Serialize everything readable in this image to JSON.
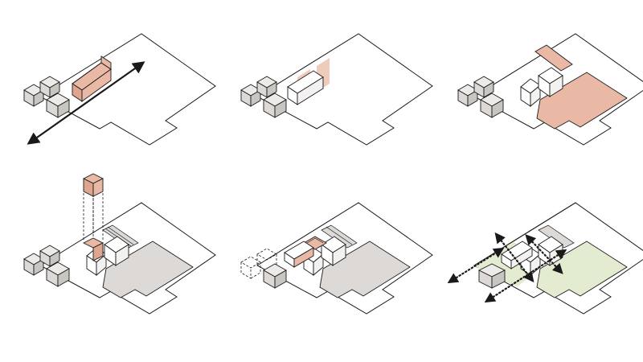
{
  "colors": {
    "background": "#ffffff",
    "line": "#1a1a1a",
    "block_grey": "#dcd9d6",
    "block_grey_shade": "#c9c5c1",
    "highlight_salmon": "#eab9a5",
    "highlight_salmon_shade": "#dea58f",
    "plot_grey": "#dcd9d6",
    "landscape_green": "#e3ecd0"
  },
  "panels": [
    {
      "id": "panel-1",
      "highlight": "existing-long-building",
      "overlay": "axis-arrow"
    },
    {
      "id": "panel-2",
      "highlight": "vertical-planes",
      "overlay": "none"
    },
    {
      "id": "panel-3",
      "highlight": "open-plot-and-strip",
      "overlay": "none"
    },
    {
      "id": "panel-4",
      "highlight": "lifted-tower",
      "overlay": "projection-lines"
    },
    {
      "id": "panel-5",
      "highlight": "roof-insertion",
      "overlay": "dashed-outline"
    },
    {
      "id": "panel-6",
      "highlight": "green-landscape",
      "overlay": "dotted-arrows"
    }
  ]
}
